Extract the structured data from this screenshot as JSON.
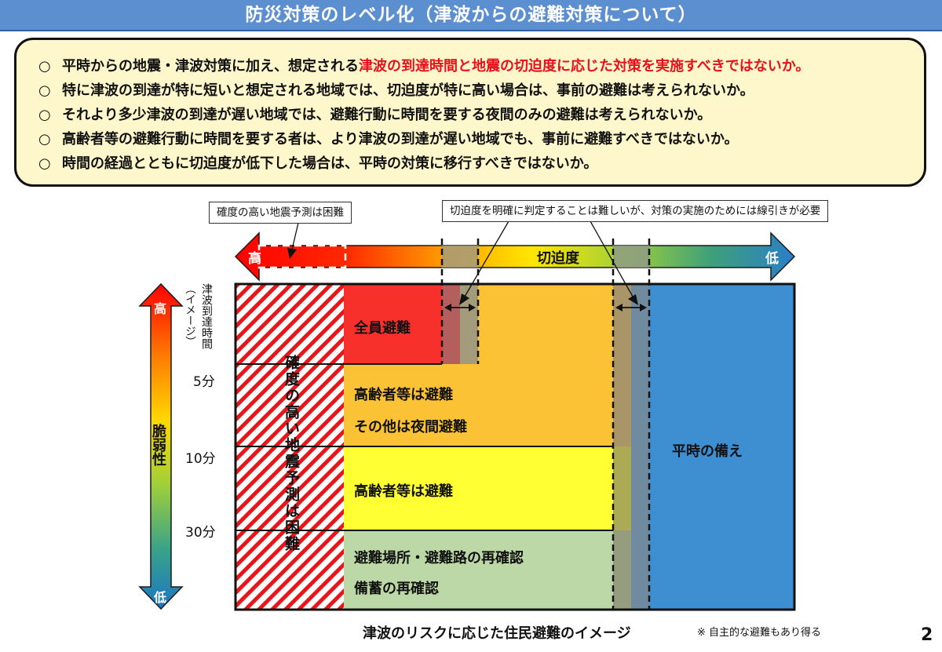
{
  "header": {
    "title": "防災対策のレベル化（津波からの避難対策について）"
  },
  "summary": {
    "bullet_symbol": "○",
    "items": [
      {
        "text": "平時からの地震・津波対策に加え、想定される",
        "highlight": "津波の到達時間と地震の切迫度に応じた対策を実施すべきではないか。"
      },
      {
        "text": "特に津波の到達が特に短いと想定される地域では、切迫度が特に高い場合は、事前の避難は考えられないか。"
      },
      {
        "text": "それより多少津波の到達が遅い地域では、避難行動に時間を要する夜間のみの避難は考えられないか。"
      },
      {
        "text": "高齢者等の避難行動に時間を要する者は、より津波の到達が遅い地域でも、事前に避難すべきではないか。"
      },
      {
        "text": "時間の経過とともに切迫度が低下した場合は、平時の対策に移行すべきではないか。"
      }
    ],
    "highlight_color": "#e8101a"
  },
  "callouts": {
    "prediction": "確度の高い地震予測は困難",
    "threshold": "切迫度を明確に判定することは難しいが、対策の実施のためには線引きが必要"
  },
  "urgency_axis": {
    "high": "高",
    "title": "切迫度",
    "low": "低"
  },
  "vulnerability_axis": {
    "high": "高",
    "title": "脆弱性",
    "low": "低"
  },
  "arrival_axis": {
    "title": "津波到達時間",
    "note": "（イメージ）",
    "ticks": [
      "5分",
      "10分",
      "30分"
    ]
  },
  "zones": {
    "hatched": "確度の高い地震予測は困難",
    "all_evacuate": "全員避難",
    "elderly_evacuate_1": "高齢者等は避難",
    "others_night": "その他は夜間避難",
    "elderly_evacuate_2": "高齢者等は避難",
    "recheck_routes": "避難場所・避難路の再確認",
    "recheck_stock": "備蓄の再確認",
    "normal_prep": "平時の備え"
  },
  "colors": {
    "title_bar": "#5b8fd0",
    "summary_bg": "#fff7cc",
    "red_zone": "#f8302c",
    "orange_zone": "#fcc236",
    "yellow_zone": "#ffff33",
    "green_zone": "#bcd8a6",
    "blue_zone": "#3e8fd2",
    "hatch": "#e8151a"
  },
  "footer": {
    "caption": "津波のリスクに応じた住民避難のイメージ",
    "note": "※ 自主的な避難もあり得る",
    "page": "2"
  }
}
